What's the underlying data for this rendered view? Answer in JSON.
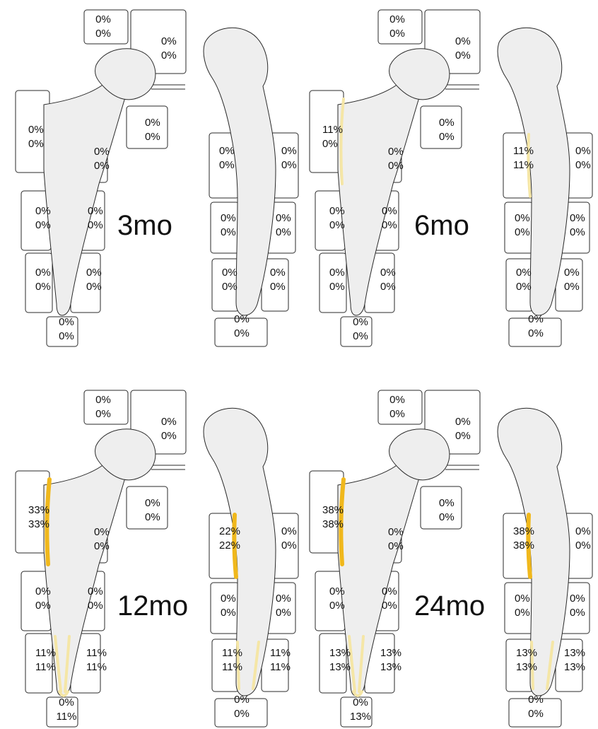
{
  "colors": {
    "radiolucency_light": "#f5e6a6",
    "radiolucency_strong": "#f0b81c",
    "bone_fill": "#eeeeee",
    "outline": "#2a2a2a"
  },
  "panels": [
    {
      "period": "3mo",
      "ap": {
        "greater_trochanter": [
          "0%",
          "0%"
        ],
        "neck": [
          "0%",
          "0%"
        ],
        "lesser_trochanter": [
          "0%",
          "0%"
        ],
        "lateral_proximal": [
          "0%",
          "0%"
        ],
        "medial_proximal": [
          "0%",
          "0%"
        ],
        "lateral_middle": [
          "0%",
          "0%"
        ],
        "medial_middle": [
          "0%",
          "0%"
        ],
        "lateral_distal": [
          "0%",
          "0%"
        ],
        "medial_distal": [
          "0%",
          "0%"
        ],
        "tip": [
          "0%",
          "0%"
        ]
      },
      "lat": {
        "anterior_proximal": [
          "0%",
          "0%"
        ],
        "posterior_proximal": [
          "0%",
          "0%"
        ],
        "anterior_middle": [
          "0%",
          "0%"
        ],
        "posterior_middle": [
          "0%",
          "0%"
        ],
        "anterior_distal": [
          "0%",
          "0%"
        ],
        "posterior_distal": [
          "0%",
          "0%"
        ],
        "tip": [
          "0%",
          "0%"
        ]
      }
    },
    {
      "period": "6mo",
      "ap": {
        "greater_trochanter": [
          "0%",
          "0%"
        ],
        "neck": [
          "0%",
          "0%"
        ],
        "lesser_trochanter": [
          "0%",
          "0%"
        ],
        "lateral_proximal": [
          "11%",
          "0%"
        ],
        "medial_proximal": [
          "0%",
          "0%"
        ],
        "lateral_middle": [
          "0%",
          "0%"
        ],
        "medial_middle": [
          "0%",
          "0%"
        ],
        "lateral_distal": [
          "0%",
          "0%"
        ],
        "medial_distal": [
          "0%",
          "0%"
        ],
        "tip": [
          "0%",
          "0%"
        ]
      },
      "lat": {
        "anterior_proximal": [
          "11%",
          "11%"
        ],
        "posterior_proximal": [
          "0%",
          "0%"
        ],
        "anterior_middle": [
          "0%",
          "0%"
        ],
        "posterior_middle": [
          "0%",
          "0%"
        ],
        "anterior_distal": [
          "0%",
          "0%"
        ],
        "posterior_distal": [
          "0%",
          "0%"
        ],
        "tip": [
          "0%",
          "0%"
        ]
      }
    },
    {
      "period": "12mo",
      "ap": {
        "greater_trochanter": [
          "0%",
          "0%"
        ],
        "neck": [
          "0%",
          "0%"
        ],
        "lesser_trochanter": [
          "0%",
          "0%"
        ],
        "lateral_proximal": [
          "33%",
          "33%"
        ],
        "medial_proximal": [
          "0%",
          "0%"
        ],
        "lateral_middle": [
          "0%",
          "0%"
        ],
        "medial_middle": [
          "0%",
          "0%"
        ],
        "lateral_distal": [
          "11%",
          "11%"
        ],
        "medial_distal": [
          "11%",
          "11%"
        ],
        "tip": [
          "0%",
          "11%"
        ]
      },
      "lat": {
        "anterior_proximal": [
          "22%",
          "22%"
        ],
        "posterior_proximal": [
          "0%",
          "0%"
        ],
        "anterior_middle": [
          "0%",
          "0%"
        ],
        "posterior_middle": [
          "0%",
          "0%"
        ],
        "anterior_distal": [
          "11%",
          "11%"
        ],
        "posterior_distal": [
          "11%",
          "11%"
        ],
        "tip": [
          "0%",
          "0%"
        ]
      }
    },
    {
      "period": "24mo",
      "ap": {
        "greater_trochanter": [
          "0%",
          "0%"
        ],
        "neck": [
          "0%",
          "0%"
        ],
        "lesser_trochanter": [
          "0%",
          "0%"
        ],
        "lateral_proximal": [
          "38%",
          "38%"
        ],
        "medial_proximal": [
          "0%",
          "0%"
        ],
        "lateral_middle": [
          "0%",
          "0%"
        ],
        "medial_middle": [
          "0%",
          "0%"
        ],
        "lateral_distal": [
          "13%",
          "13%"
        ],
        "medial_distal": [
          "13%",
          "13%"
        ],
        "tip": [
          "0%",
          "13%"
        ]
      },
      "lat": {
        "anterior_proximal": [
          "38%",
          "38%"
        ],
        "posterior_proximal": [
          "0%",
          "0%"
        ],
        "anterior_middle": [
          "0%",
          "0%"
        ],
        "posterior_middle": [
          "0%",
          "0%"
        ],
        "anterior_distal": [
          "13%",
          "13%"
        ],
        "posterior_distal": [
          "13%",
          "13%"
        ],
        "tip": [
          "0%",
          "0%"
        ]
      }
    }
  ]
}
